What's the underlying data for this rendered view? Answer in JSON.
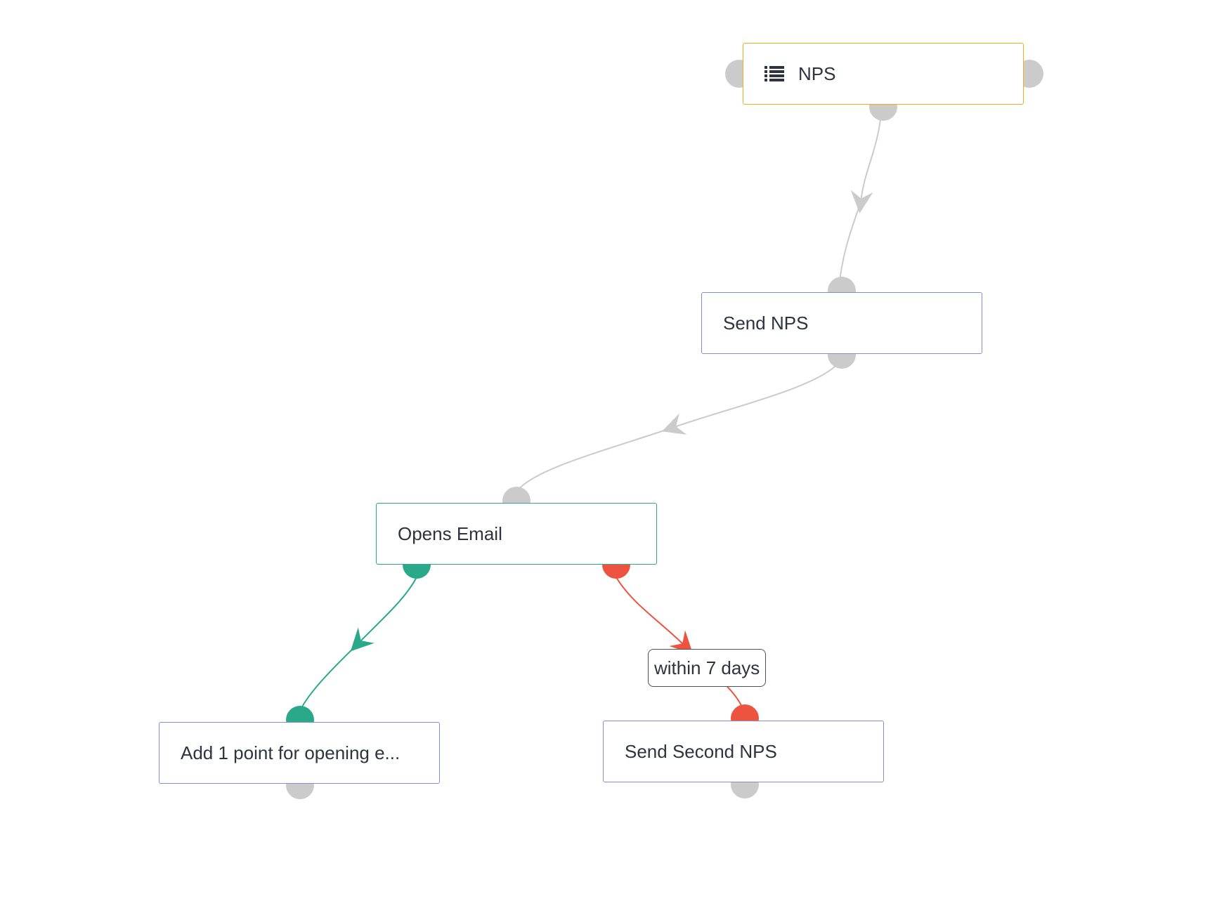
{
  "diagram": {
    "nodes": [
      {
        "id": "nps",
        "label": "NPS",
        "kind": "source",
        "icon": "list-icon"
      },
      {
        "id": "send-nps",
        "label": "Send NPS",
        "kind": "action"
      },
      {
        "id": "opens-email",
        "label": "Opens Email",
        "kind": "decision"
      },
      {
        "id": "add-point",
        "label": "Add 1 point for opening e...",
        "kind": "action"
      },
      {
        "id": "send-second-nps",
        "label": "Send Second NPS",
        "kind": "action"
      }
    ],
    "edges": [
      {
        "from": "nps",
        "to": "send-nps",
        "branch": "default"
      },
      {
        "from": "send-nps",
        "to": "opens-email",
        "branch": "default"
      },
      {
        "from": "opens-email",
        "to": "add-point",
        "branch": "yes"
      },
      {
        "from": "opens-email",
        "to": "send-second-nps",
        "branch": "no",
        "label": "within 7 days"
      }
    ],
    "colors": {
      "source_border": "#f0ad1e",
      "action_border": "#7b8ee0",
      "decision_border": "#2aa88a",
      "yes_branch": "#2aa88a",
      "no_branch": "#ee5340",
      "default_edge": "#cbcbcb",
      "anchor_gray": "#cbcbcb"
    }
  }
}
